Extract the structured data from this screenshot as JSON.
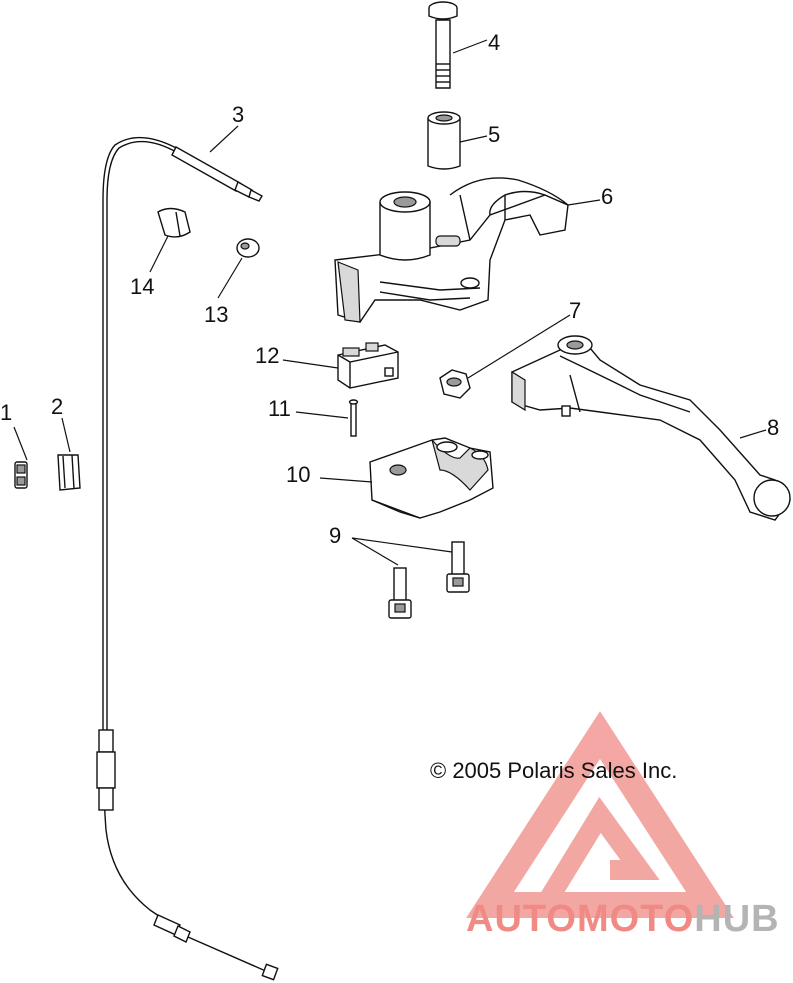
{
  "diagram": {
    "part_numbers": [
      {
        "id": "1",
        "label": "1"
      },
      {
        "id": "2",
        "label": "2"
      },
      {
        "id": "3",
        "label": "3"
      },
      {
        "id": "4",
        "label": "4"
      },
      {
        "id": "5",
        "label": "5"
      },
      {
        "id": "6",
        "label": "6"
      },
      {
        "id": "7",
        "label": "7"
      },
      {
        "id": "8",
        "label": "8"
      },
      {
        "id": "9",
        "label": "9"
      },
      {
        "id": "10",
        "label": "10"
      },
      {
        "id": "11",
        "label": "11"
      },
      {
        "id": "12",
        "label": "12"
      },
      {
        "id": "13",
        "label": "13"
      },
      {
        "id": "14",
        "label": "14"
      }
    ],
    "copyright": "© 2005 Polaris Sales Inc."
  },
  "watermark": {
    "text_part1": "AUTOMOTO",
    "text_part2": "HUB",
    "color_primary": "#f08a85",
    "color_secondary": "#b4b4b4"
  }
}
